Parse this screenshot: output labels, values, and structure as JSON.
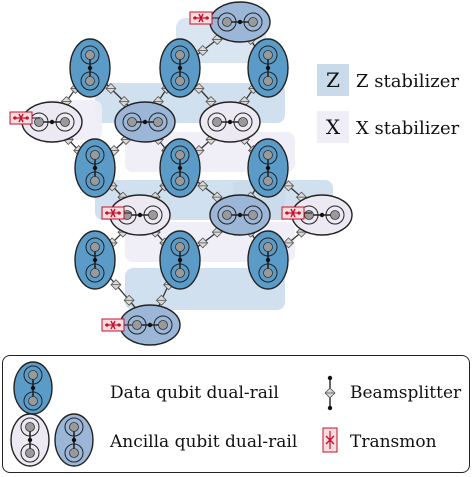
{
  "stabilizer_key": {
    "z_letter": "Z",
    "z_label": "Z stabilizer",
    "x_letter": "X",
    "x_label": "X stabilizer"
  },
  "legend": {
    "data_qubit": "Data qubit dual-rail",
    "ancilla_qubit": "Ancilla qubit dual-rail",
    "beamsplitter": "Beamsplitter",
    "transmon": "Transmon"
  },
  "colors": {
    "data_fill": "#5b9bc7",
    "ancilla_x_fill": "#ece9f3",
    "ancilla_z_fill": "#9cb6d8",
    "z_stabilizer_bg": "#c9dbeb",
    "x_stabilizer_bg": "#efedf6",
    "transmon_red": "#c8102e",
    "transmon_bg": "#f6dede"
  }
}
